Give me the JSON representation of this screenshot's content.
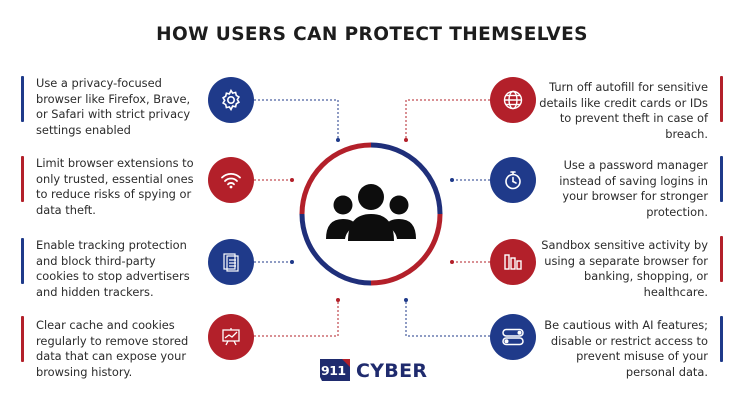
{
  "title": "HOW USERS CAN PROTECT THEMSELVES",
  "colors": {
    "navy": "#1f3a8a",
    "red": "#b3202a",
    "ring_blue": "#1f2f7a"
  },
  "left_tips": [
    {
      "text": "Use a privacy-focused browser like Firefox, Brave, or Safari with strict privacy settings enabled",
      "icon": "gear-icon",
      "color": "navy"
    },
    {
      "text": "Limit browser extensions to only trusted, essential ones to reduce risks of spying or data theft.",
      "icon": "wifi-icon",
      "color": "red"
    },
    {
      "text": "Enable tracking protection and block third-party cookies to stop advertisers and hidden trackers.",
      "icon": "document-list-icon",
      "color": "navy"
    },
    {
      "text": "Clear cache and cookies regularly to remove stored data that can expose your browsing history.",
      "icon": "presentation-board-icon",
      "color": "red"
    }
  ],
  "right_tips": [
    {
      "text": "Turn off autofill for sensitive details like credit cards or IDs to prevent theft in case of breach.",
      "icon": "globe-icon",
      "color": "red"
    },
    {
      "text": "Use a password manager instead of saving logins in your browser for stronger protection.",
      "icon": "stopwatch-icon",
      "color": "navy"
    },
    {
      "text": "Sandbox sensitive activity by using a separate browser for banking, shopping, or healthcare.",
      "icon": "bar-chart-icon",
      "color": "red"
    },
    {
      "text": "Be cautious with AI features; disable or restrict access to prevent misuse of your personal data.",
      "icon": "toggle-switches-icon",
      "color": "navy"
    }
  ],
  "center_icon": "users-group-icon",
  "logo": {
    "number": "911",
    "name": "CYBER"
  }
}
